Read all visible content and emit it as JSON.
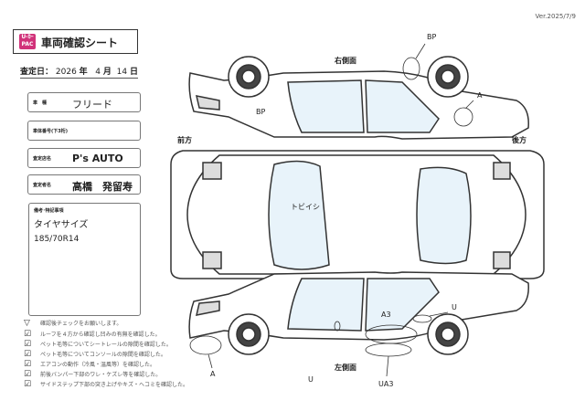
{
  "version": "Ver.2025/7/9",
  "logo": {
    "line1": "U-ｶｰ",
    "line2": "PAC"
  },
  "title": "車両確認シート",
  "date": {
    "label": "査定日：",
    "year": "2026",
    "year_unit": "年",
    "month": "4",
    "month_unit": "月",
    "day": "14",
    "day_unit": "日"
  },
  "fields": [
    {
      "label": "車　種",
      "value": "フリード"
    },
    {
      "label": "車体番号(下3桁)",
      "value": ""
    },
    {
      "label": "査定店名",
      "value": "P's AUTO"
    },
    {
      "label": "査定者名",
      "value": "高橋　発留寿"
    }
  ],
  "notes": {
    "label": "備考･特記事項",
    "line1": "タイヤサイズ",
    "line2": "185/70R14"
  },
  "checklist": {
    "header": "確認後チェックをお願いします。",
    "header_icon": "▽",
    "check_icon": "☑",
    "items": [
      "ルーフを４方から確認し凹みの有無を確認した。",
      "ペット毛等についてシートレールの隙間を確認した。",
      "ペット毛等についてコンソールの隙間を確認した。",
      "エアコンの動作（冷風・温風等）を確認した。",
      "前後バンパー下部のワレ・ケズレ等を確認した。",
      "サイドステップ下部の突き上げやキズ・ヘコミを確認した。"
    ]
  },
  "diagram": {
    "right_side": "右側面",
    "left_side": "左側面",
    "front": "前方",
    "rear": "後方",
    "annotations": {
      "bp_top": "BP",
      "bp_left": "BP",
      "a_right": "A",
      "tobiishi": "トビイシ",
      "a3": "A3",
      "u_right": "U",
      "u_bottom": "U",
      "a_bottom": "A",
      "ua3": "UA3"
    }
  }
}
